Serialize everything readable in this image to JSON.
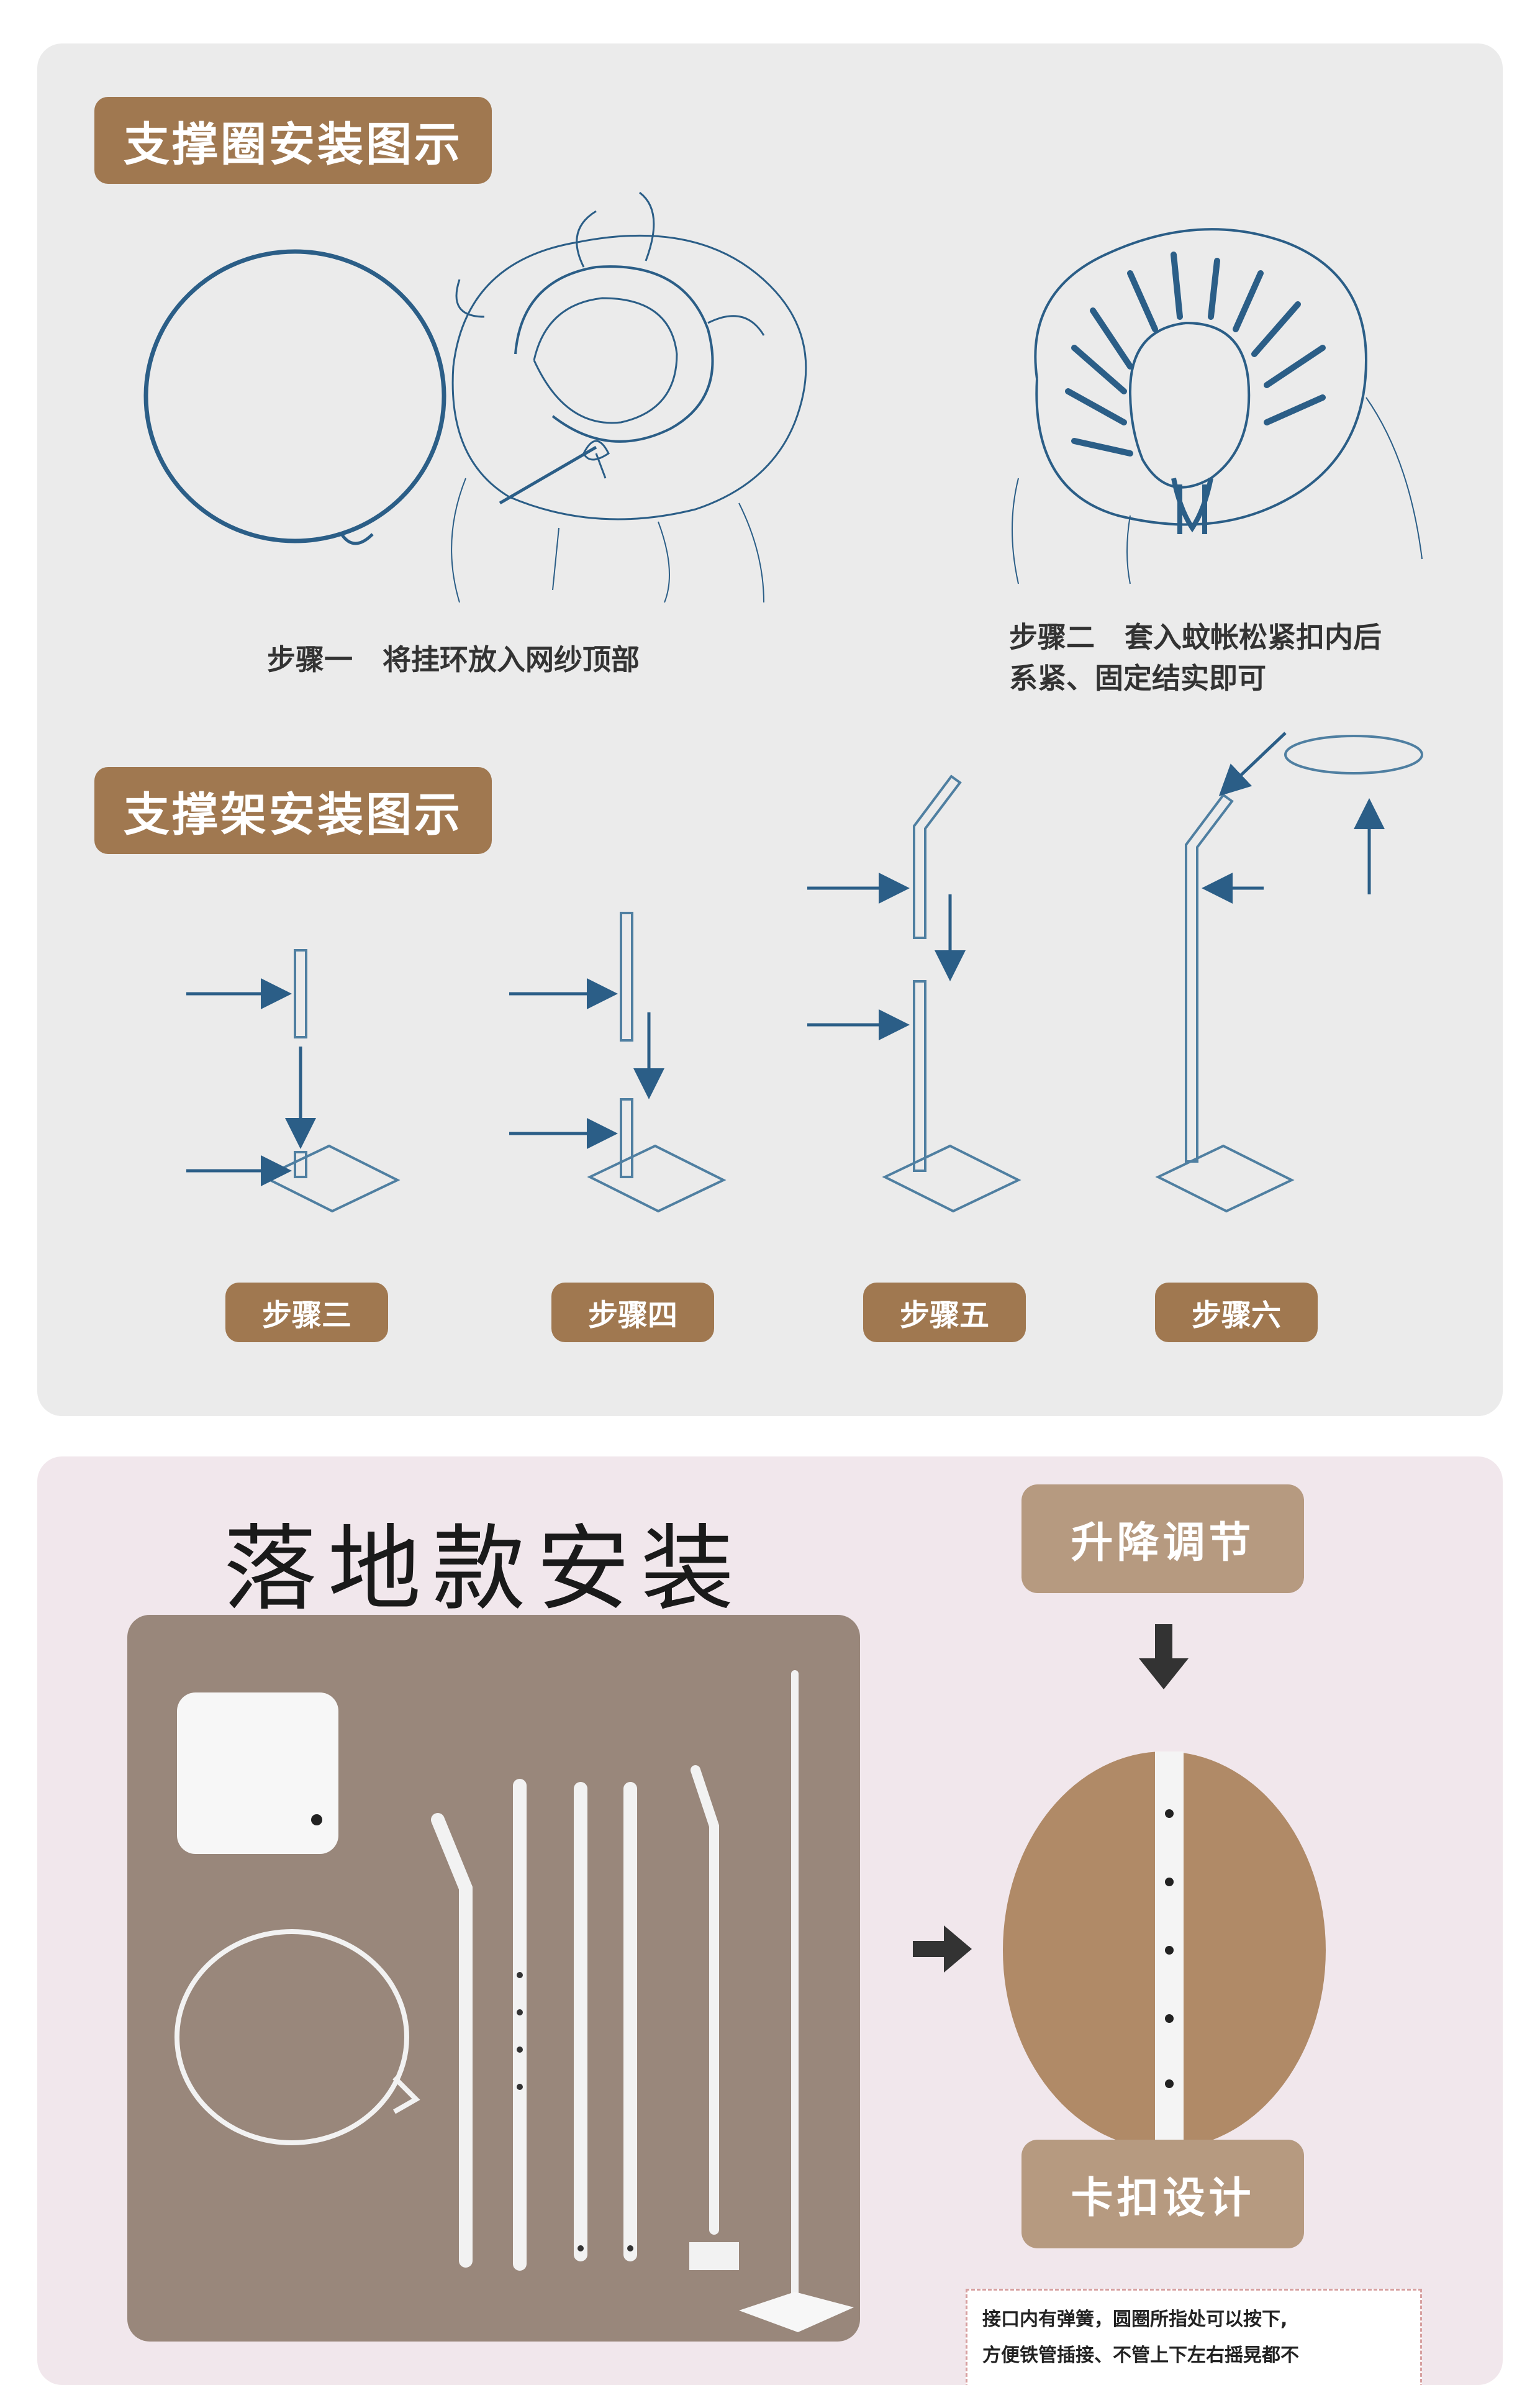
{
  "top_section": {
    "ring_title": "支撑圈安装图示",
    "step1_caption": "步骤一   将挂环放入网纱顶部",
    "step2_caption_line1": "步骤二   套入蚊帐松紧扣内后",
    "step2_caption_line2": "系紧、固定结实即可",
    "stand_title": "支撑架安装图示",
    "steps": [
      "步骤三",
      "步骤四",
      "步骤五",
      "步骤六"
    ]
  },
  "bottom_section": {
    "title": "落地款安装",
    "height_adjust_label": "升降调节",
    "clip_design_label": "卡扣设计",
    "note_line1": "接口内有弹簧，圆圈所指处可以按下,",
    "note_line2": "方便铁管插接、不管上下左右摇晃都不"
  },
  "colors": {
    "tag_brown": "#a07850",
    "line_blue": "#2b5e87",
    "panel_gray": "#ebebeb",
    "parts_bg": "#99877b",
    "label_tan": "#b69a80",
    "detail_circle": "#b08a67"
  }
}
